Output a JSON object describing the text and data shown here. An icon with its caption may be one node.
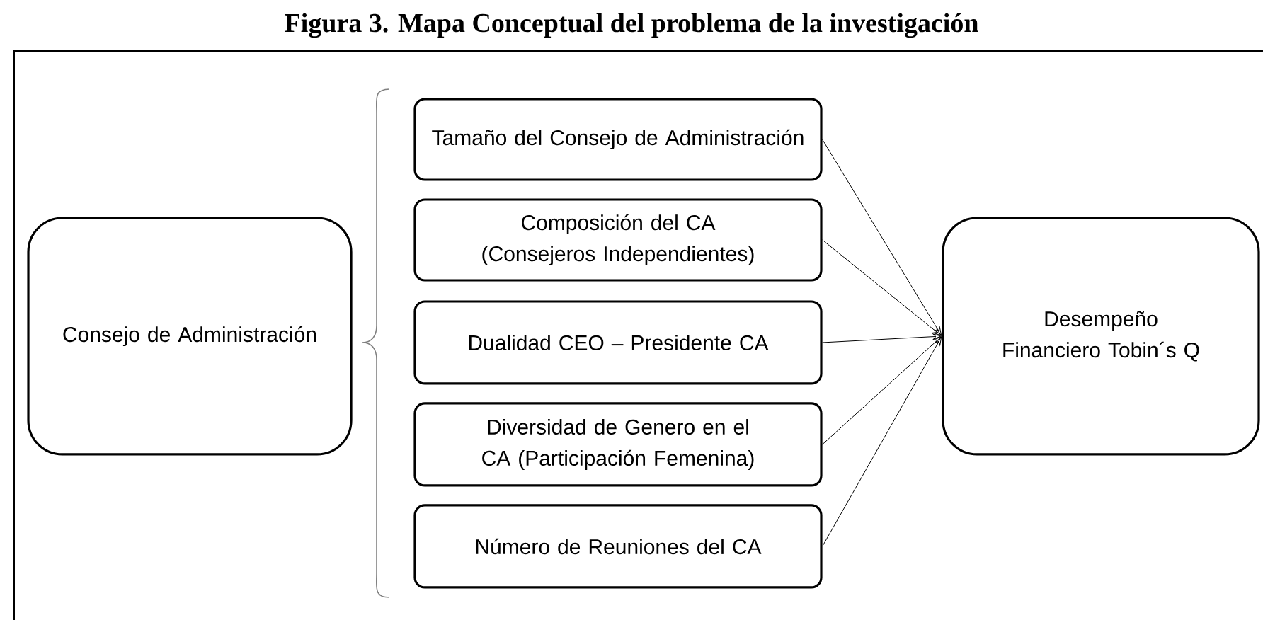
{
  "diagram": {
    "title": "Figura  3. Mapa Conceptual del problema de la investigación",
    "nodes": [
      {
        "text": [
          "Consejo de Administración"
        ]
      },
      {
        "text": [
          "Tamaño del Consejo de Administración"
        ]
      },
      {
        "text": [
          "Composición del CA (Consejeros Independientes)"
        ]
      },
      {
        "text": [
          "Dualidad CEO – Presidente CA"
        ]
      },
      {
        "text": [
          "Diversidad de Genero en el CA (Participación Femenina)"
        ]
      },
      {
        "text": [
          "Número de Reuniones del CA"
        ]
      },
      {
        "text": [
          "Desempeño Financiero Tobin´s Q"
        ]
      }
    ],
    "edges": [
      {
        "from": 1,
        "to": 6,
        "arrow": "to"
      },
      {
        "from": 2,
        "to": 6,
        "arrow": "to"
      },
      {
        "from": 3,
        "to": 6,
        "arrow": "to"
      },
      {
        "from": 4,
        "to": 6,
        "arrow": "to"
      },
      {
        "from": 5,
        "to": 6,
        "arrow": "to"
      }
    ]
  }
}
